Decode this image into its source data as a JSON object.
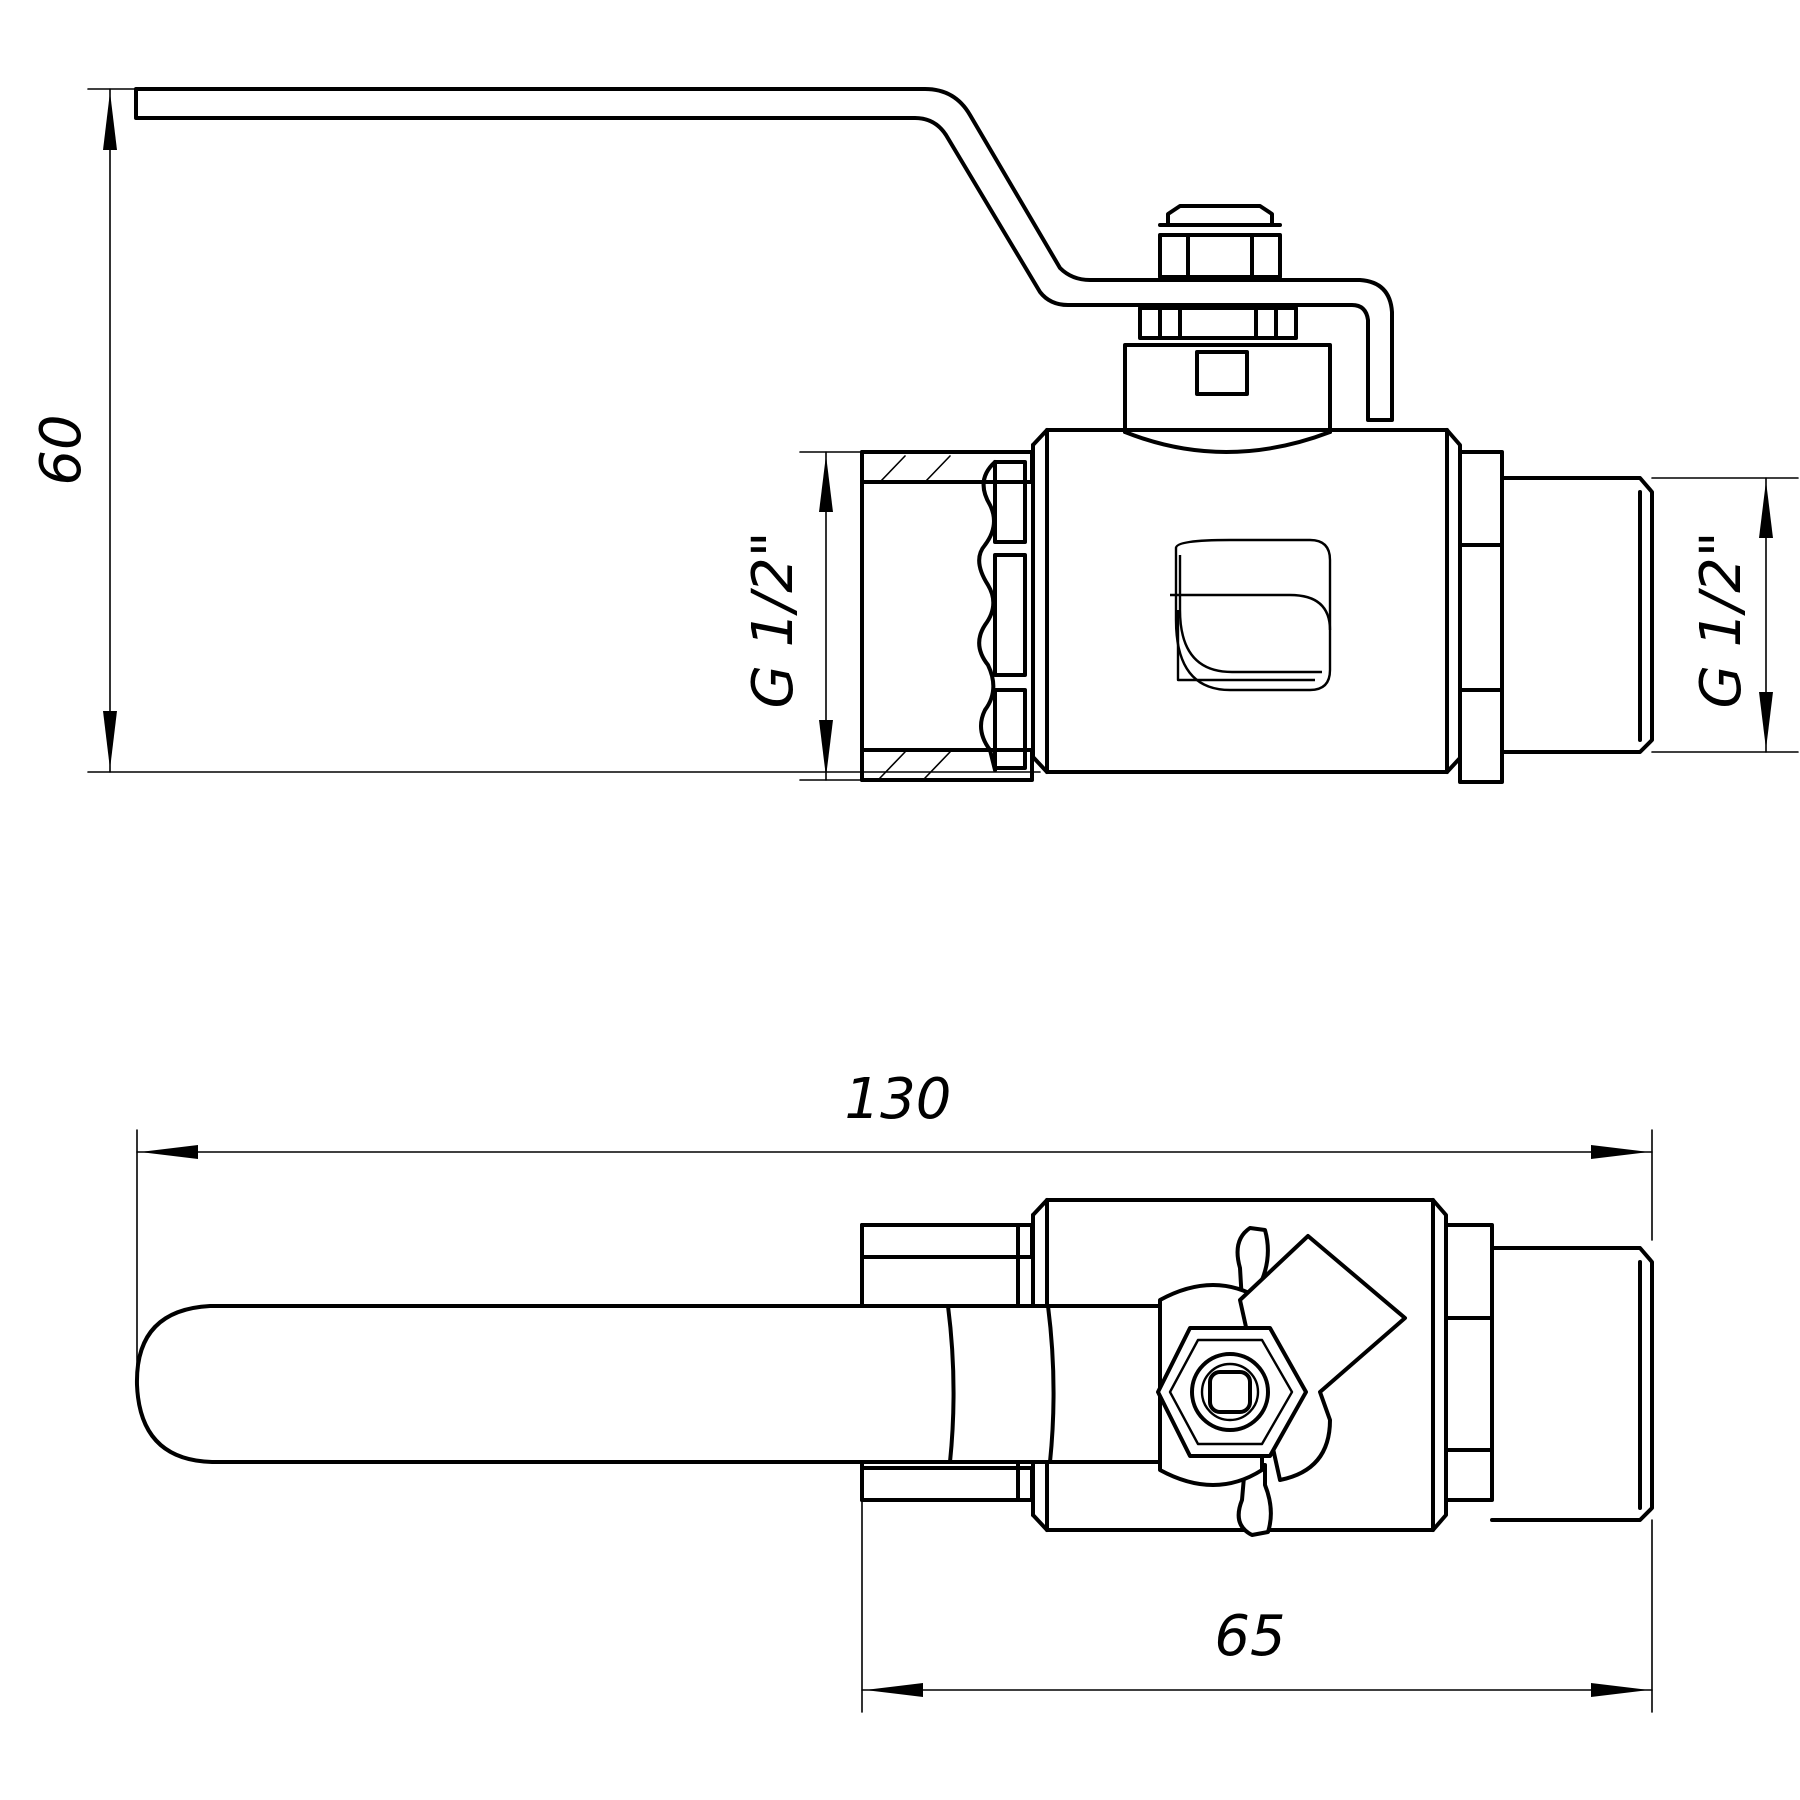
{
  "dimensions": {
    "height": "60",
    "left_thread": "G 1/2\"",
    "right_thread": "G 1/2\"",
    "overall_length": "130",
    "body_length": "65"
  },
  "colors": {
    "line": "#000000",
    "background": "#ffffff"
  }
}
